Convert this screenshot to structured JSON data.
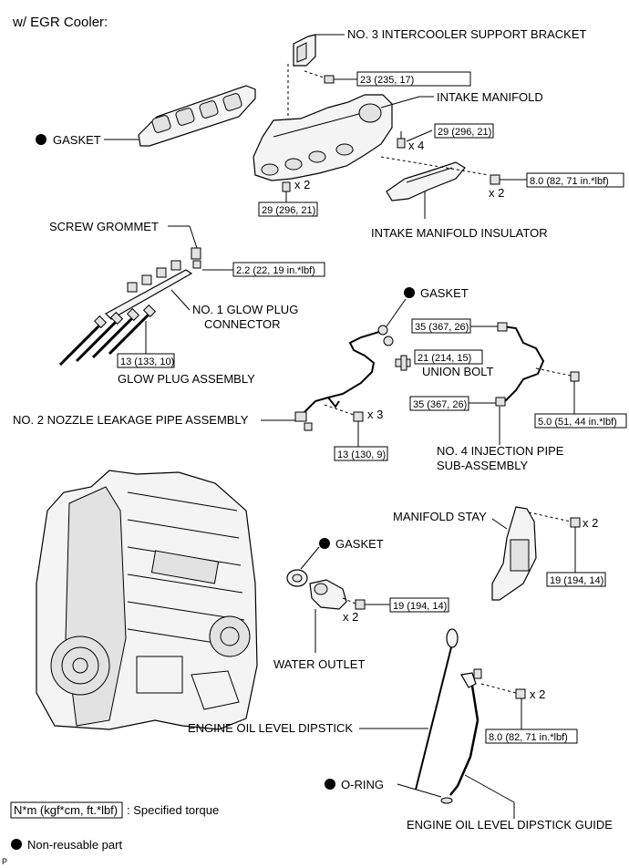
{
  "header": {
    "title": "w/ EGR Cooler:"
  },
  "parts": {
    "intercooler_bracket": "NO. 3 INTERCOOLER SUPPORT BRACKET",
    "intake_manifold": "INTAKE MANIFOLD",
    "gasket_manifold": "GASKET",
    "intake_insulator": "INTAKE MANIFOLD INSULATOR",
    "screw_grommet": "SCREW GROMMET",
    "glow_connector_1": "NO. 1 GLOW PLUG",
    "glow_connector_2": "CONNECTOR",
    "glow_plug": "GLOW PLUG ASSEMBLY",
    "gasket_pipe": "GASKET",
    "union_bolt": "UNION BOLT",
    "nozzle_pipe": "NO. 2 NOZZLE LEAKAGE PIPE ASSEMBLY",
    "injection_pipe_1": "NO. 4 INJECTION PIPE",
    "injection_pipe_2": "SUB-ASSEMBLY",
    "manifold_stay": "MANIFOLD STAY",
    "gasket_outlet": "GASKET",
    "water_outlet": "WATER OUTLET",
    "dipstick": "ENGINE OIL LEVEL DIPSTICK",
    "o_ring": "O-RING",
    "dipstick_guide": "ENGINE OIL LEVEL DIPSTICK GUIDE"
  },
  "torques": {
    "bracket": "23 (235, 17)",
    "manifold_a": "29 (296, 21)",
    "manifold_b": "29 (296, 21)",
    "insulator": "8.0 (82, 71 in.*lbf)",
    "grommet": "2.2 (22, 19 in.*lbf)",
    "glow": "13 (133, 10)",
    "union_bolt": "21 (214, 15)",
    "inj_upper": "35 (367, 26)",
    "inj_lower": "35 (367, 26)",
    "inj_clamp": "5.0 (51, 44 in.*lbf)",
    "nozzle": "13 (130, 9)",
    "stay": "19 (194, 14)",
    "outlet": "19 (194, 14)",
    "guide": "8.0 (82, 71 in.*lbf)"
  },
  "quantities": {
    "manifold_a": "x 4",
    "manifold_b": "x 2",
    "insulator": "x 2",
    "nozzle": "x 3",
    "stay": "x 2",
    "outlet": "x 2",
    "guide": "x 2"
  },
  "legend": {
    "torque_unit": "N*m (kgf*cm, ft.*lbf)",
    "torque_desc": ": Specified torque",
    "nonreusable": "Non-reusable part"
  },
  "footer_code": "P"
}
